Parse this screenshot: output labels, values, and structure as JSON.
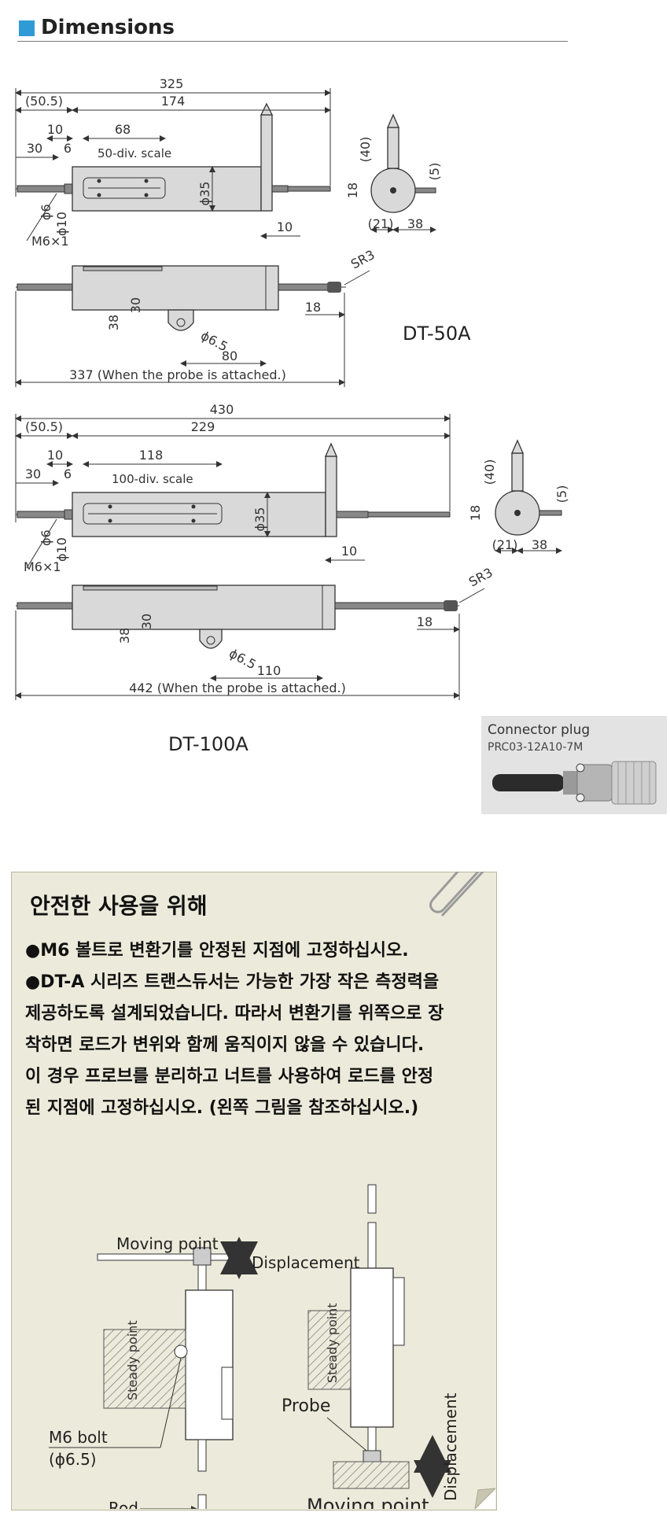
{
  "header": {
    "title": "Dimensions",
    "accent_color": "#2f9bd6"
  },
  "dt50": {
    "model": "DT-50A",
    "d_total": "325",
    "d_offset": "(50.5)",
    "d_body": "174",
    "d_10": "10",
    "d_68": "68",
    "d_30": "30",
    "d_6": "6",
    "scale": "50-div. scale",
    "d_dia35": "ϕ35",
    "d_dia6": "ϕ6",
    "d_dia10": "ϕ10",
    "d_m6": "M6×1",
    "d_tail10": "10",
    "side_40": "(40)",
    "side_18": "18",
    "side_5": "(5)",
    "side_21": "(21)",
    "side_38": "38",
    "b_sr3": "SR3",
    "b_18": "18",
    "b_30": "30",
    "b_38": "38",
    "b_dia65": "ϕ6.5",
    "b_80": "80",
    "b_total": "337 (When the probe is attached.)"
  },
  "dt100": {
    "model": "DT-100A",
    "d_total": "430",
    "d_offset": "(50.5)",
    "d_body": "229",
    "d_10": "10",
    "d_118": "118",
    "d_30": "30",
    "d_6": "6",
    "scale": "100-div. scale",
    "d_dia35": "ϕ35",
    "d_dia6": "ϕ6",
    "d_dia10": "ϕ10",
    "d_m6": "M6×1",
    "d_tail10": "10",
    "side_40": "(40)",
    "side_18": "18",
    "side_5": "(5)",
    "side_21": "(21)",
    "side_38": "38",
    "b_sr3": "SR3",
    "b_18": "18",
    "b_30": "30",
    "b_38": "38",
    "b_dia65": "ϕ6.5",
    "b_110": "110",
    "b_total": "442 (When the probe is attached.)"
  },
  "connector": {
    "title": "Connector plug",
    "model": "PRC03-12A10-7M"
  },
  "note": {
    "title": "안전한 사용을 위해",
    "lines": [
      "●M6 볼트로 변환기를 안정된 지점에 고정하십시오.",
      "●DT-A 시리즈 트랜스듀서는 가능한 가장 작은 측정력을",
      "제공하도록 설계되었습니다. 따라서 변환기를 위쪽으로 장",
      "착하면 로드가 변위와 함께 움직이지 않을 수 있습니다.",
      "이 경우 프로브를 분리하고 너트를 사용하여 로드를 안정",
      "된 지점에 고정하십시오. (왼쪽 그림을 참조하십시오.)"
    ],
    "fig": {
      "moving_point_top": "Moving point",
      "displacement_top": "Displacement",
      "steady_left": "Steady point",
      "m6_bolt": "M6 bolt",
      "m6_dia": "(ϕ6.5)",
      "rod": "Rod",
      "steady_right": "Steady point",
      "probe": "Probe",
      "displacement_right": "Displacement",
      "moving_point_bottom": "Moving point"
    }
  }
}
